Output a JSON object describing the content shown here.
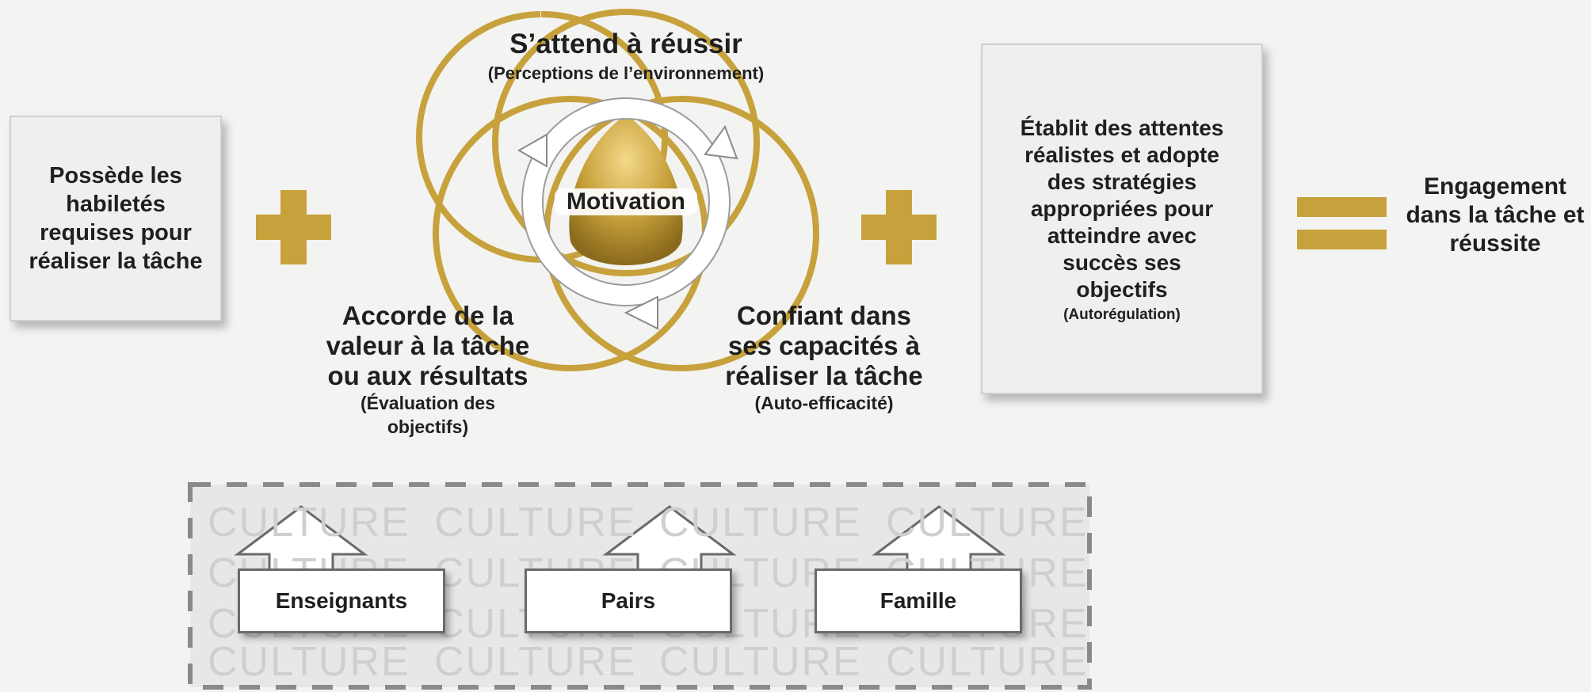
{
  "left_box": {
    "text": "Possède les habiletés requises pour réaliser la tâche"
  },
  "top_label": {
    "title": "S’attend à réussir",
    "subtitle": "(Perceptions de l’environnement)"
  },
  "center_label": {
    "text": "Motivation"
  },
  "bottom_left_label": {
    "line1": "Accorde de la",
    "line2": "valeur à la tâche",
    "line3": "ou aux résultats",
    "sub1": "(Évaluation des",
    "sub2": "objectifs)"
  },
  "bottom_right_label": {
    "line1": "Confiant dans",
    "line2": "ses capacités à",
    "line3": "réaliser la tâche",
    "sub": "(Auto-efficacité)"
  },
  "right_box": {
    "text": "Établit des attentes réalistes et adopte des stratégies appropriées pour atteindre avec succès ses objectifs",
    "sub": "(Autorégulation)"
  },
  "result": {
    "text": "Engagement dans la tâche et réussite"
  },
  "culture": {
    "word": "CULTURE"
  },
  "influences": [
    {
      "label": "Enseignants"
    },
    {
      "label": "Pairs"
    },
    {
      "label": "Famille"
    }
  ],
  "colors": {
    "gold": "#c7a13b",
    "box_bg": "#efefef",
    "culture_text": "#cfcfcf"
  }
}
